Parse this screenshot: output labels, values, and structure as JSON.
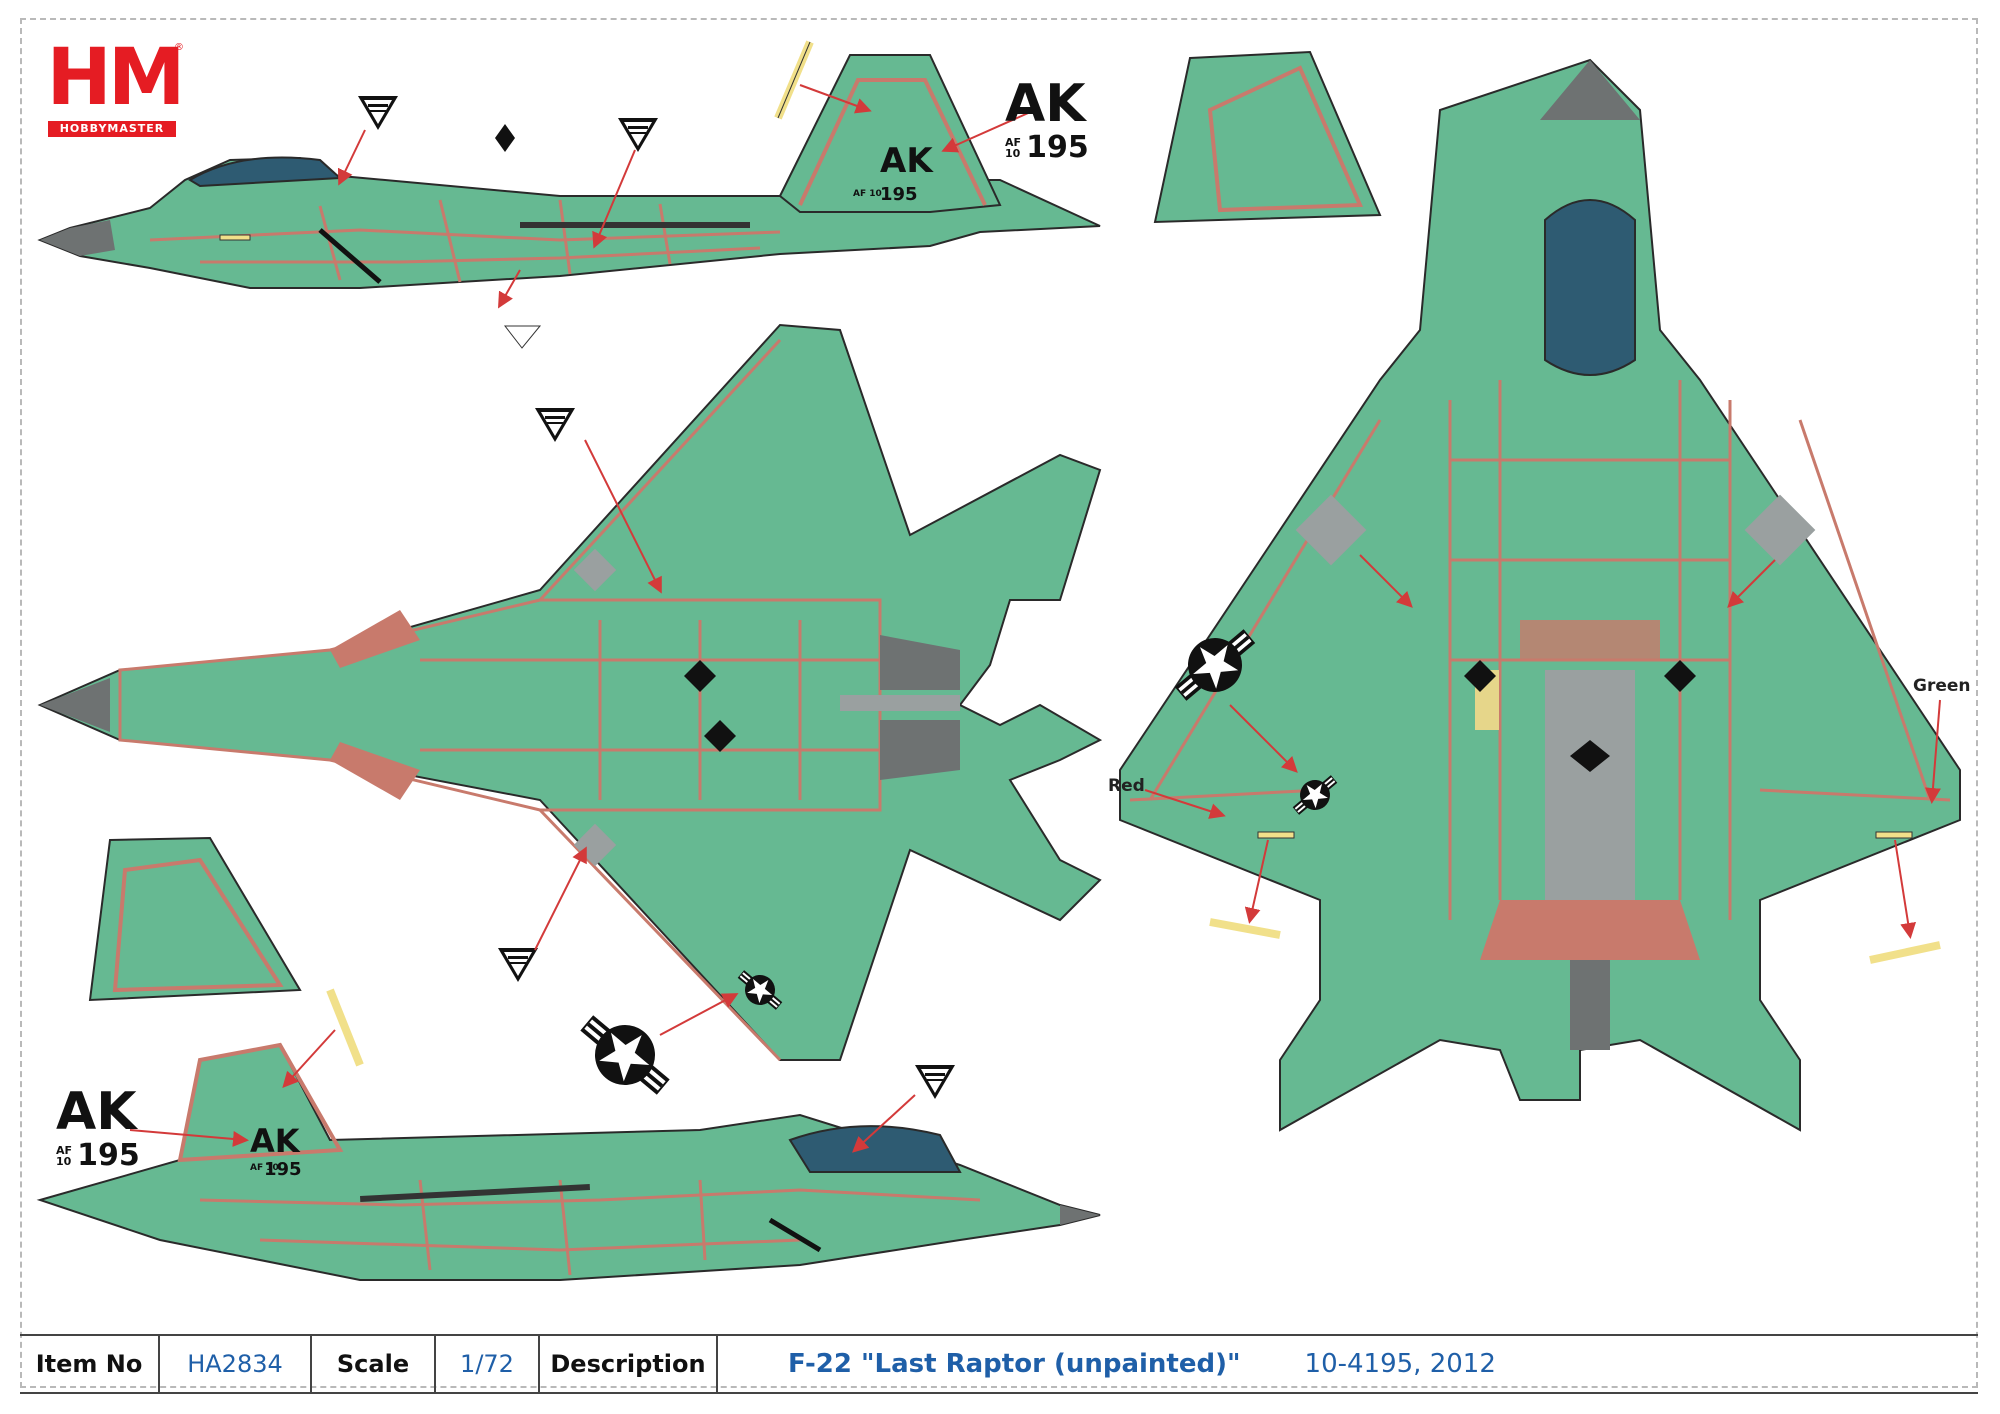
{
  "brand": {
    "logo_letters": "HM",
    "logo_name": "HOBBYMASTER",
    "registered": "®"
  },
  "markings": {
    "tail_code": "AK",
    "af_prefix": "AF\n10",
    "serial_short": "195"
  },
  "callouts": {
    "red": "Red",
    "green": "Green"
  },
  "info_bar": {
    "item_no_label": "Item No",
    "item_no_value": "HA2834",
    "scale_label": "Scale",
    "scale_value": "1/72",
    "description_label": "Description",
    "description_value": "F-22 \"Last Raptor (unpainted)\"",
    "serial_year": "10-4195, 2012"
  },
  "colors": {
    "airframe_green": "#66b992",
    "panel_red": "#c87a6c",
    "outline": "#2a2a2a",
    "canopy": "#2e5b72",
    "nose_grey": "#6e7272",
    "logo_red": "#e51c23",
    "text_blue": "#1f5fa8",
    "arrow_red": "#d33a3a",
    "tape_yellow": "#f1e08a"
  },
  "icons": [
    "us-roundel-icon",
    "danger-triangle-icon",
    "access-panel-square-icon"
  ]
}
